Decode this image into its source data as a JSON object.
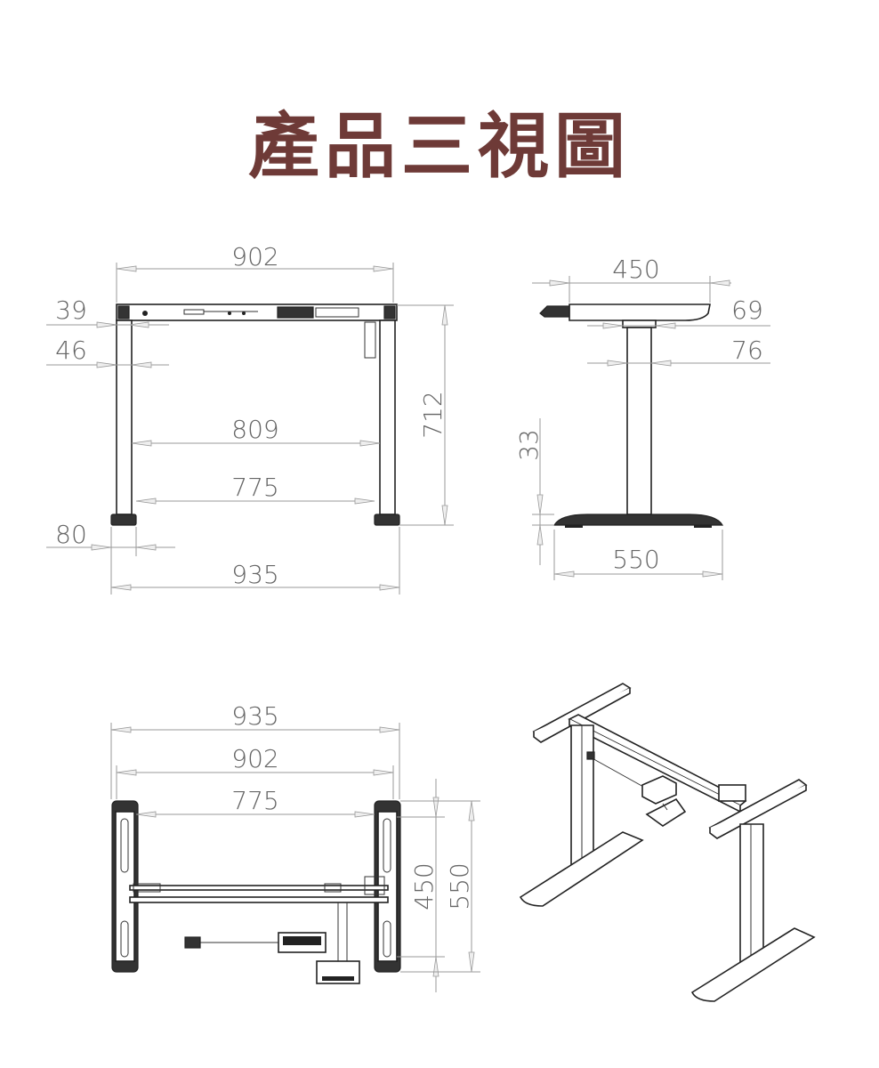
{
  "title": "產品三視圖",
  "colors": {
    "title": "#6e3a37",
    "dimension": "#999999",
    "outline": "#222222"
  },
  "front_view": {
    "overall_top_width": "902",
    "top_offset": "39",
    "leg_offset": "46",
    "inner_width_upper": "809",
    "inner_width_lower": "775",
    "foot_width": "80",
    "overall_base_width": "935",
    "height": "712"
  },
  "side_view": {
    "top_depth": "450",
    "top_offset": "69",
    "column_offset": "76",
    "foot_height": "33",
    "base_depth": "550"
  },
  "top_view": {
    "overall_width": "935",
    "top_width": "902",
    "inner_width": "775",
    "top_depth": "450",
    "base_depth": "550"
  }
}
